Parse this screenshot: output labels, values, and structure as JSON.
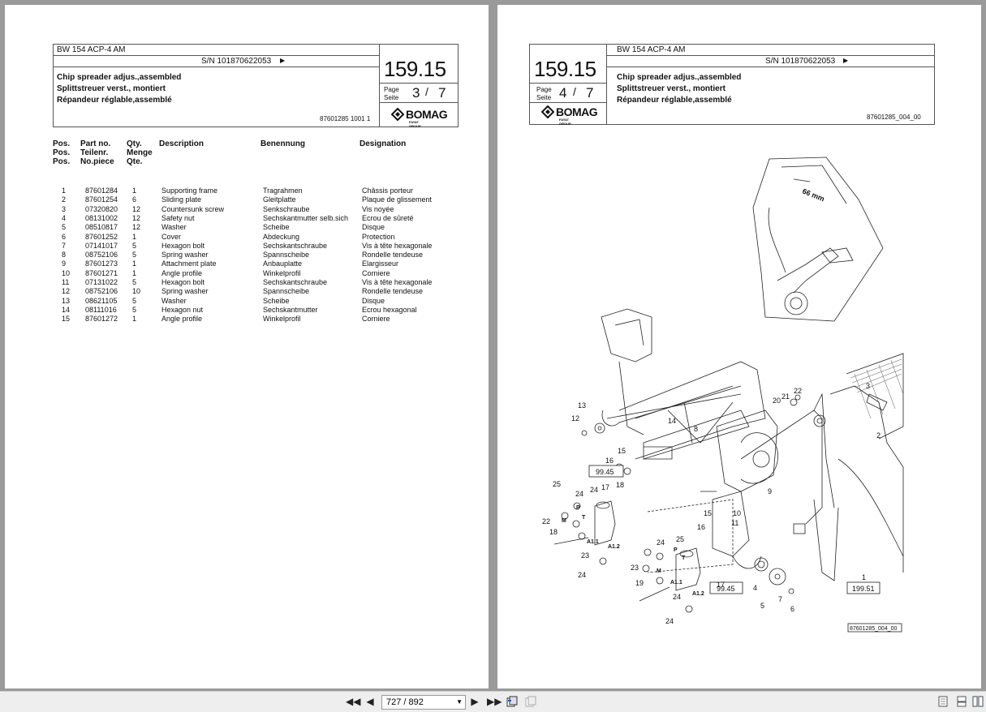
{
  "left_page": {
    "model": "BW 154 ACP-4 AM",
    "serial": "S/N 101870622053",
    "serial_arrow": "▶",
    "title_en": "Chip spreader adjus.,assembled",
    "title_de": "Splittstreuer verst., montiert",
    "title_fr": "Répandeur réglable,assemblé",
    "section_number": "159.15",
    "page_label_en": "Page",
    "page_label_de": "Seite",
    "page_current": "3",
    "page_sep": "/",
    "page_total": "7",
    "doc_ref": "87601285 1001 1",
    "brand": "BOMAG",
    "brand_sub": "FAYAT GROUP",
    "columns": {
      "pos": "Pos.\nPos.\nPos.",
      "part": "Part no.\nTeilenr.\nNo.piece",
      "qty": "Qty.\nMenge\nQte.",
      "desc": "Description",
      "ben": "Benennung",
      "des": "Designation"
    },
    "parts": [
      {
        "pos": "1",
        "part": "87601284",
        "qty": "1",
        "desc": "Supporting frame",
        "ben": "Tragrahmen",
        "des": "Châssis porteur"
      },
      {
        "pos": "2",
        "part": "87601254",
        "qty": "6",
        "desc": "Sliding plate",
        "ben": "Gleitplatte",
        "des": "Plaque de glissement"
      },
      {
        "pos": "3",
        "part": "07320820",
        "qty": "12",
        "desc": "Countersunk screw",
        "ben": "Senkschraube",
        "des": "Vis noyée"
      },
      {
        "pos": "4",
        "part": "08131002",
        "qty": "12",
        "desc": "Safety nut",
        "ben": "Sechskantmutter selb.sich",
        "des": "Ecrou de sûreté"
      },
      {
        "pos": "5",
        "part": "08510817",
        "qty": "12",
        "desc": "Washer",
        "ben": "Scheibe",
        "des": "Disque"
      },
      {
        "pos": "6",
        "part": "87601252",
        "qty": "1",
        "desc": "Cover",
        "ben": "Abdeckung",
        "des": "Protection"
      },
      {
        "pos": "7",
        "part": "07141017",
        "qty": "5",
        "desc": "Hexagon bolt",
        "ben": "Sechskantschraube",
        "des": "Vis à tête hexagonale"
      },
      {
        "pos": "8",
        "part": "08752106",
        "qty": "5",
        "desc": "Spring washer",
        "ben": "Spannscheibe",
        "des": "Rondelle tendeuse"
      },
      {
        "pos": "9",
        "part": "87601273",
        "qty": "1",
        "desc": "Attachment plate",
        "ben": "Anbauplatte",
        "des": "Elargisseur"
      },
      {
        "pos": "10",
        "part": "87601271",
        "qty": "1",
        "desc": "Angle profile",
        "ben": "Winkelprofil",
        "des": "Corniere"
      },
      {
        "pos": "11",
        "part": "07131022",
        "qty": "5",
        "desc": "Hexagon bolt",
        "ben": "Sechskantschraube",
        "des": "Vis à tête hexagonale"
      },
      {
        "pos": "12",
        "part": "08752106",
        "qty": "10",
        "desc": "Spring washer",
        "ben": "Spannscheibe",
        "des": "Rondelle tendeuse"
      },
      {
        "pos": "13",
        "part": "08621105",
        "qty": "5",
        "desc": "Washer",
        "ben": "Scheibe",
        "des": "Disque"
      },
      {
        "pos": "14",
        "part": "08111016",
        "qty": "5",
        "desc": "Hexagon nut",
        "ben": "Sechskantmutter",
        "des": "Ecrou hexagonal"
      },
      {
        "pos": "15",
        "part": "87601272",
        "qty": "1",
        "desc": "Angle profile",
        "ben": "Winkelprofil",
        "des": "Corniere"
      }
    ]
  },
  "right_page": {
    "model": "BW 154 ACP-4 AM",
    "serial": "S/N 101870622053",
    "serial_arrow": "▶",
    "title_en": "Chip spreader adjus.,assembled",
    "title_de": "Splittstreuer verst., montiert",
    "title_fr": "Répandeur réglable,assemblé",
    "section_number": "159.15",
    "page_label_en": "Page",
    "page_label_de": "Seite",
    "page_current": "4",
    "page_sep": "/",
    "page_total": "7",
    "doc_ref": "87601285_004_00",
    "brand": "BOMAG",
    "brand_sub": "FAYAT GROUP",
    "drawing": {
      "dimension_label": "66 mm",
      "ref_boxes": [
        "99.45",
        "99.45",
        "199.51"
      ],
      "drawing_ref": "87601285_004_00",
      "callouts": [
        "1",
        "2",
        "3",
        "4",
        "5",
        "6",
        "7",
        "8",
        "9",
        "10",
        "11",
        "12",
        "13",
        "14",
        "15",
        "15",
        "16",
        "16",
        "17",
        "17",
        "18",
        "18",
        "19",
        "20",
        "21",
        "22",
        "22",
        "23",
        "23",
        "24",
        "24",
        "24",
        "24",
        "24",
        "24",
        "25",
        "25"
      ],
      "port_labels": [
        "P",
        "T",
        "M",
        "A1.1",
        "A1.2",
        "P",
        "T",
        "M",
        "A1.1",
        "A1.2"
      ]
    }
  },
  "toolbar": {
    "first_icon": "first-page-icon",
    "prev_icon": "previous-page-icon",
    "page_value": "727 / 892",
    "next_icon": "next-page-icon",
    "last_icon": "last-page-icon",
    "back_icon": "go-back-icon",
    "forward_icon": "go-forward-icon",
    "view_single": "single-page-view-icon",
    "view_continuous": "continuous-view-icon",
    "view_facing": "facing-pages-view-icon"
  }
}
